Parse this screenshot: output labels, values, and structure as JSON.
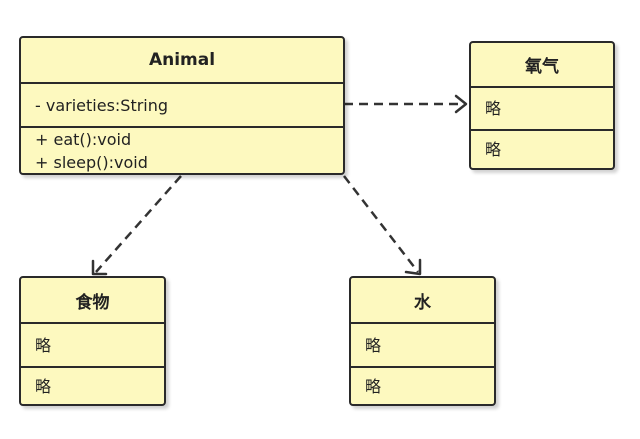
{
  "diagram": {
    "animal": {
      "name": "Animal",
      "attributes": [
        "- varieties:String"
      ],
      "operations": [
        "+ eat():void",
        "+ sleep():void"
      ]
    },
    "oxygen": {
      "name": "氧气",
      "attributes": [
        "略"
      ],
      "operations": [
        "略"
      ]
    },
    "food": {
      "name": "食物",
      "attributes": [
        "略"
      ],
      "operations": [
        "略"
      ]
    },
    "water": {
      "name": "水",
      "attributes": [
        "略"
      ],
      "operations": [
        "略"
      ]
    }
  },
  "colors": {
    "class_fill": "#fdf9bf",
    "border": "#2a2a2a",
    "edge": "#333333"
  }
}
